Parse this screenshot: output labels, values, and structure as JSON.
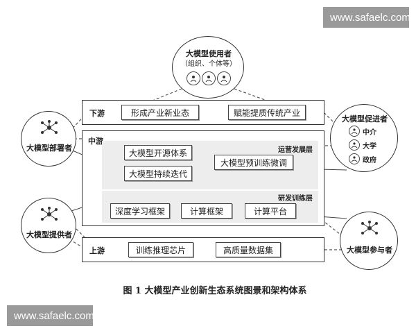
{
  "watermark": {
    "top_text": "www.safaelc.com",
    "bottom_text": "www.safaelc.com"
  },
  "users": {
    "title": "大模型使用者",
    "subtitle": "（组织、个体等）"
  },
  "promoters": {
    "title": "大模型促进者",
    "items": [
      "中介",
      "大学",
      "政府"
    ]
  },
  "deployers": {
    "title": "大模型部署者"
  },
  "providers": {
    "title": "大模型提供者"
  },
  "participants": {
    "title": "大模型参与者"
  },
  "downstream": {
    "label": "下游",
    "items": [
      "形成产业新业态",
      "赋能提质传统产业"
    ]
  },
  "midstream": {
    "label": "中游",
    "ops": {
      "label": "运营发展层",
      "items": [
        "大模型开源体系",
        "大模型持续迭代",
        "大模型预训练微调"
      ]
    },
    "rnd": {
      "label": "研发训练层",
      "items": [
        "深度学习框架",
        "计算框架",
        "计算平台"
      ]
    }
  },
  "upstream": {
    "label": "上游",
    "items": [
      "训练推理芯片",
      "高质量数据集"
    ]
  },
  "caption": "图 1  大模型产业创新生态系统图景和架构体系"
}
